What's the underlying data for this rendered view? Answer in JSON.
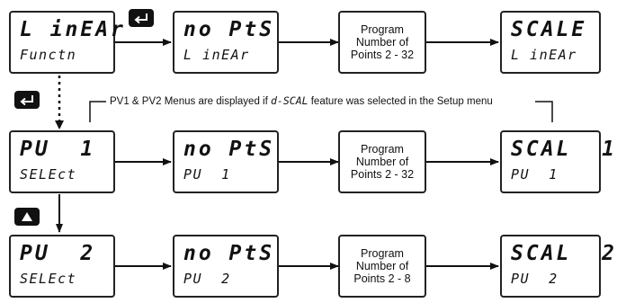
{
  "rows": [
    {
      "display1": {
        "line1": "L inEAr",
        "line2": "Functn"
      },
      "display2": {
        "line1": "no PtS",
        "line2": "L inEAr"
      },
      "program": {
        "line1": "Program",
        "line2": "Number of",
        "line3": "Points 2 - 32"
      },
      "display3": {
        "line1": "SCALE",
        "line2": "L inEAr"
      }
    },
    {
      "display1": {
        "line1": "PU  1",
        "line2": "SELEct"
      },
      "display2": {
        "line1": "no PtS",
        "line2": "PU  1"
      },
      "program": {
        "line1": "Program",
        "line2": "Number of",
        "line3": "Points 2 - 32"
      },
      "display3": {
        "line1": "SCAL  1",
        "line2": "PU  1"
      }
    },
    {
      "display1": {
        "line1": "PU  2",
        "line2": "SELEct"
      },
      "display2": {
        "line1": "no PtS",
        "line2": "PU  2"
      },
      "program": {
        "line1": "Program",
        "line2": "Number of",
        "line3": "Points 2 - 8"
      },
      "display3": {
        "line1": "SCAL  2",
        "line2": "PU  2"
      }
    }
  ],
  "note": {
    "prefix": "PV1 & PV2 Menus are displayed if ",
    "code": "d-SCAL",
    "suffix": " feature was selected in the Setup menu"
  },
  "icons": {
    "enter_key": "enter-return-icon",
    "up_key": "up-arrow-icon"
  }
}
